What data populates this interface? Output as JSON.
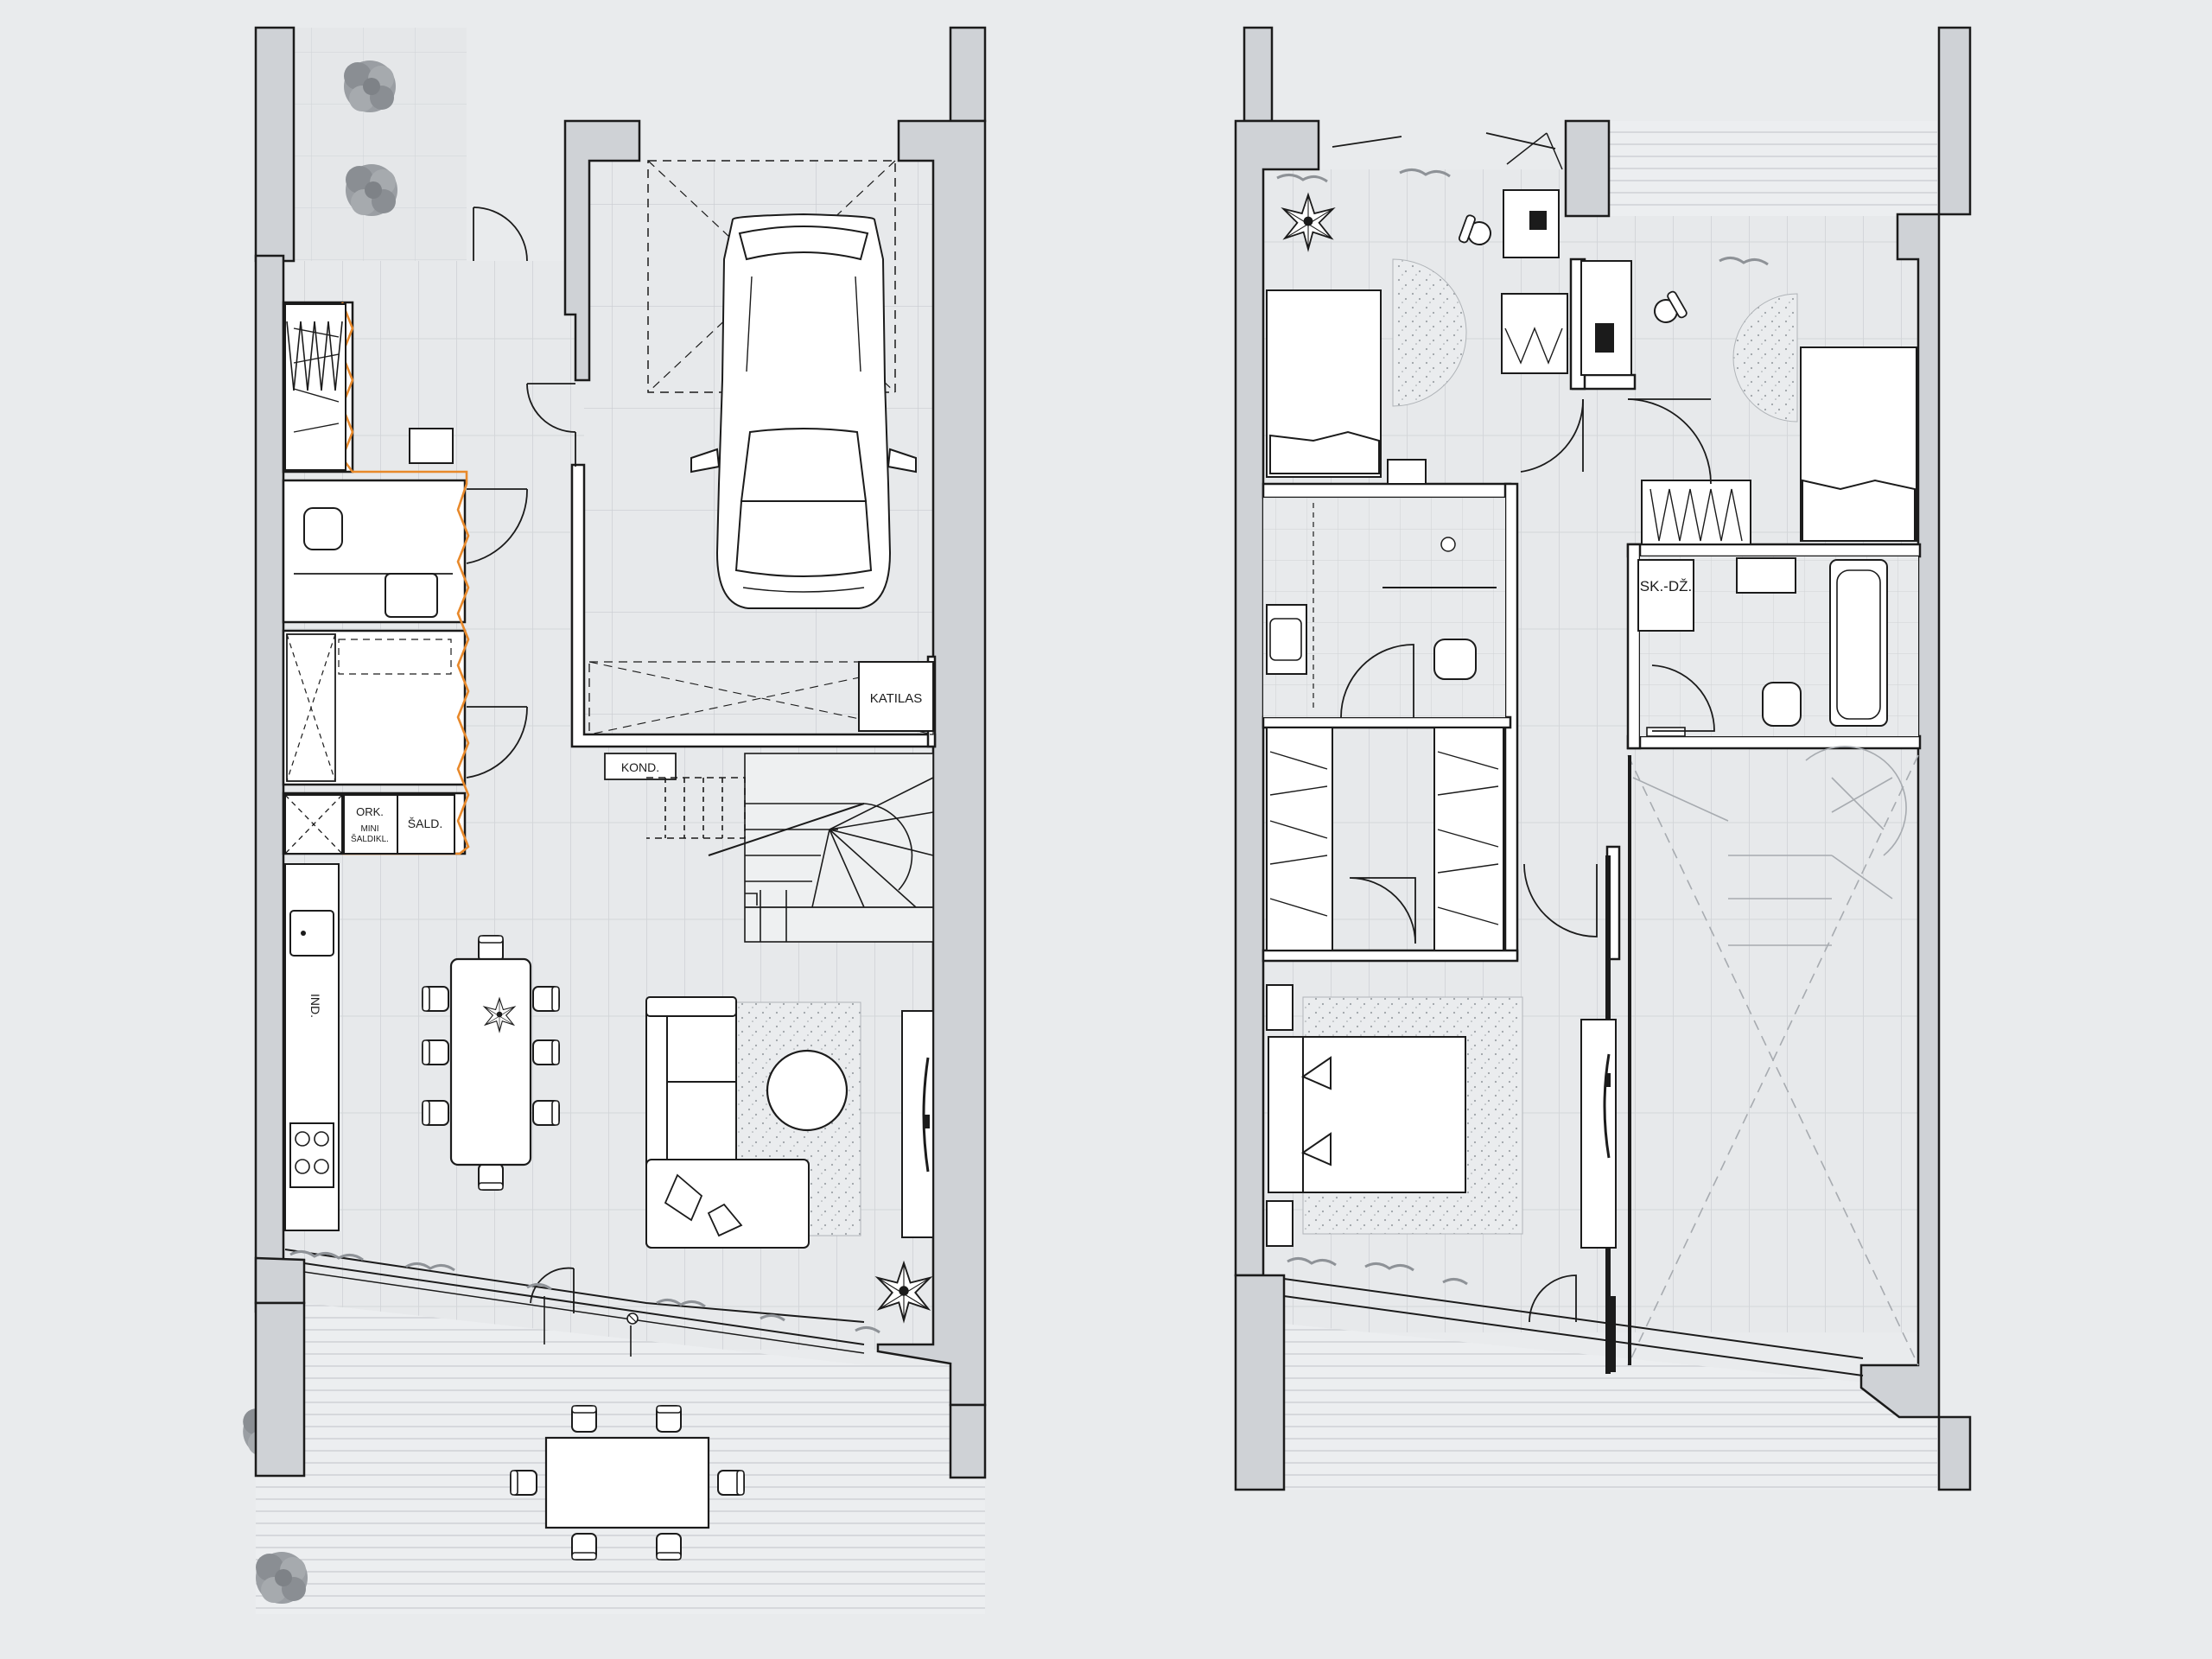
{
  "labels": {
    "katilas": "KATILAS",
    "kond": "KOND.",
    "ork": "ORK.",
    "mini_saldikl_1": "MINI",
    "mini_saldikl_2": "ŠALDIKL.",
    "sald": "ŠALD.",
    "ind": "IND.",
    "sk_dz": "SK.-DŽ."
  },
  "colors": {
    "background": "#e9ebed",
    "wall": "#cfd2d6",
    "line": "#1b1b1b",
    "floor_pattern": "#c4c8cc",
    "plant": "#8e9297",
    "accent": "#e8892b"
  }
}
